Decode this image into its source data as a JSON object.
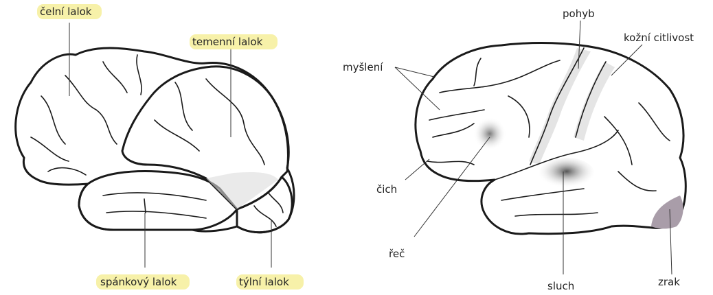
{
  "colors": {
    "lobe_fill": "#a99da9",
    "parietal_fill": "#ffffff",
    "highlight": "#f6ef9a",
    "outline": "#1a1a1a",
    "shading": "#c9c9c9"
  },
  "left_diagram": {
    "labels": {
      "frontal": "čelní lalok",
      "parietal": "temenní lalok",
      "temporal": "spánkový lalok",
      "occipital": "týlní lalok"
    }
  },
  "right_diagram": {
    "labels": {
      "thinking": "myšlení",
      "movement": "pohyb",
      "skin_sense": "kožní citlivost",
      "smell": "čich",
      "speech": "řeč",
      "hearing": "sluch",
      "vision": "zrak"
    }
  }
}
